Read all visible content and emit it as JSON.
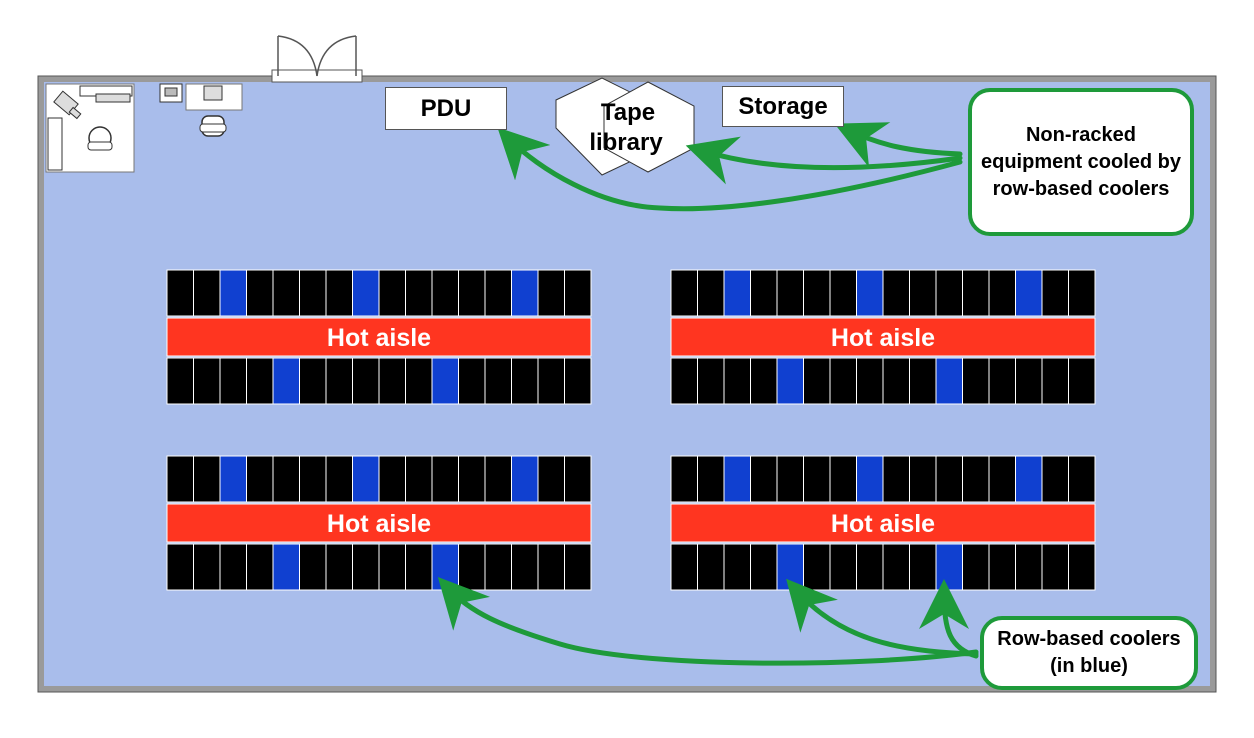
{
  "labels": {
    "pdu": "PDU",
    "tape_line1": "Tape",
    "tape_line2": "library",
    "storage": "Storage",
    "hot_aisle": "Hot aisle",
    "non_racked_callout": "Non-racked equipment cooled by row-based coolers",
    "row_coolers_callout": "Row-based coolers (in blue)"
  },
  "rack_layout": {
    "racks_per_row": 16,
    "top_row_cooler_positions": [
      3,
      8,
      14
    ],
    "bottom_row_cooler_positions": [
      5,
      11
    ]
  },
  "colors": {
    "floor": "#a9bdeb",
    "wall": "#9a9a9a",
    "rack": "#000000",
    "cooler": "#1040d0",
    "hot_aisle": "#ff3520",
    "arrow": "#1e9a3a"
  }
}
